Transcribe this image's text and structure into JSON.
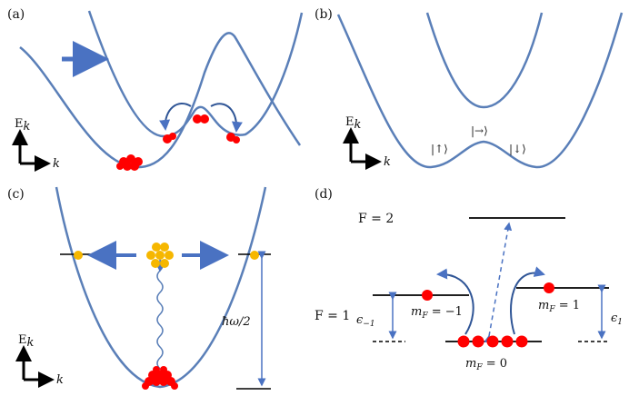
{
  "colors": {
    "curve": "#5a7fb8",
    "arrow": "#4a72c2",
    "particle_red": "#ff0000",
    "particle_gold": "#f6b700",
    "line": "#000000"
  },
  "panel_labels": {
    "a": "(a)",
    "b": "(b)",
    "c": "(c)",
    "d": "(d)"
  },
  "axes": {
    "energy": "E",
    "energy_sub": "k",
    "momentum": "k"
  },
  "panel_b": {
    "ket_up": "|↑⟩",
    "ket_right": "|→⟩",
    "ket_down": "|↓⟩"
  },
  "panel_c": {
    "energy_gap": "ħω/2"
  },
  "panel_d": {
    "f2": "F = 2",
    "f1": "F = 1",
    "mf_minus": "m",
    "mf_minus_sub": "F",
    "mf_minus_val": " = −1",
    "mf_plus": "m",
    "mf_plus_sub": "F",
    "mf_plus_val": " = 1",
    "mf_zero": "m",
    "mf_zero_sub": "F",
    "mf_zero_val": " = 0",
    "eps_minus": "ϵ",
    "eps_minus_sub": "−1",
    "eps_plus": "ϵ",
    "eps_plus_sub": "1"
  },
  "icons": [
    "right-arrow-icon",
    "hop-arrow-icon",
    "wavy-arrow-icon",
    "axes-icon"
  ]
}
